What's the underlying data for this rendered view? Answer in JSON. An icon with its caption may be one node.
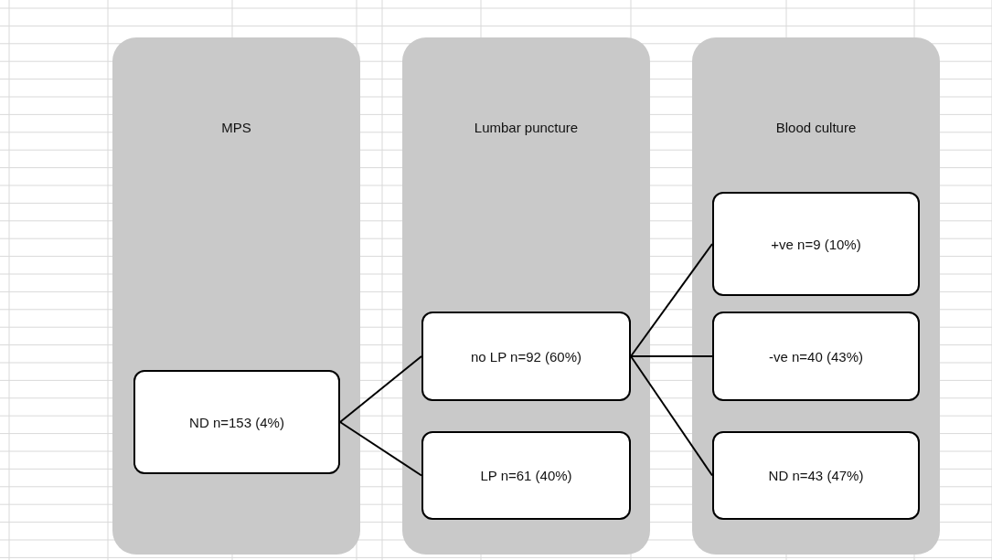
{
  "diagram": {
    "nodes": [
      {
        "text": [
          "MPS"
        ]
      },
      {
        "text": [
          "Lumbar puncture"
        ]
      },
      {
        "text": [
          "Blood culture"
        ]
      },
      {
        "text": [
          "ND n=153 (4%)"
        ],
        "in": 0
      },
      {
        "text": [
          "no LP n=92 (60%)"
        ],
        "in": 1
      },
      {
        "text": [
          "LP n=61 (40%)"
        ],
        "in": 1
      },
      {
        "text": [
          "+ve n=9 (10%)"
        ],
        "in": 2
      },
      {
        "text": [
          "-ve n=40 (43%)"
        ],
        "in": 2
      },
      {
        "text": [
          "ND n=43 (47%)"
        ],
        "in": 2
      }
    ],
    "edges": [
      {
        "from": 3,
        "to": 4,
        "arrow": "none"
      },
      {
        "from": 3,
        "to": 5,
        "arrow": "none"
      },
      {
        "from": 4,
        "to": 6,
        "arrow": "none"
      },
      {
        "from": 4,
        "to": 7,
        "arrow": "none"
      },
      {
        "from": 4,
        "to": 8,
        "arrow": "none"
      }
    ]
  }
}
